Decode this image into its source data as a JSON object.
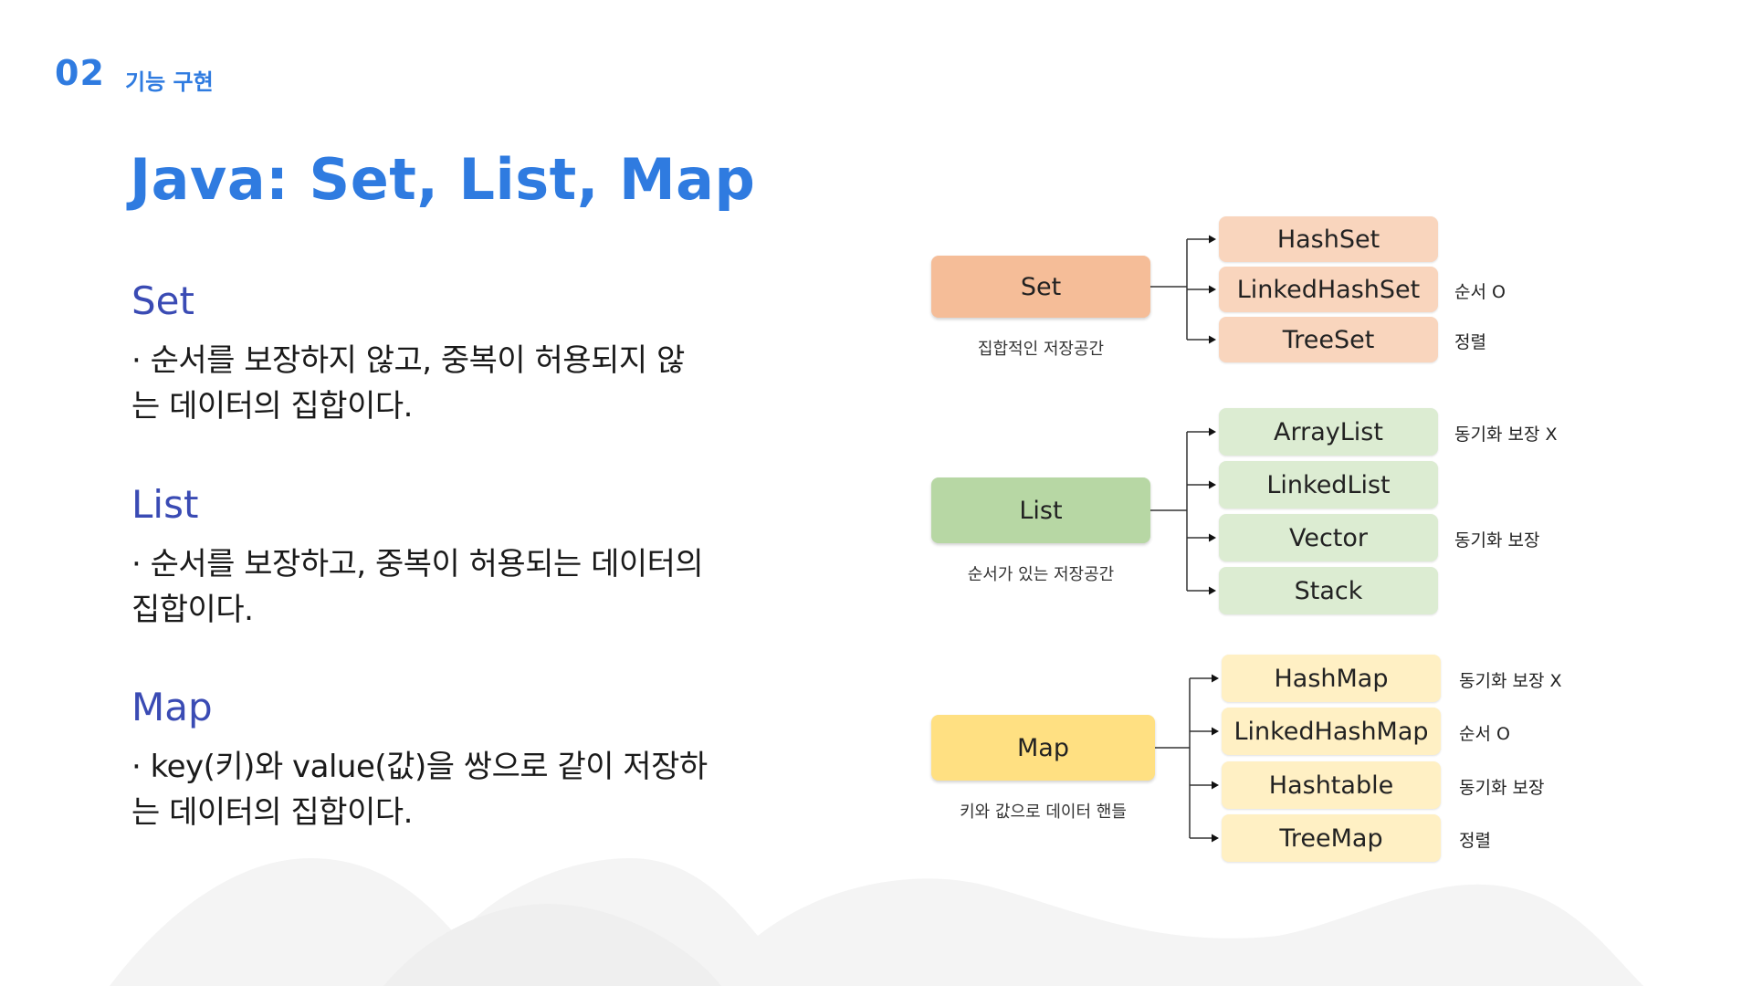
{
  "header": {
    "section_number": "02",
    "section_title": "기능 구현"
  },
  "title": "Java: Set, List, Map",
  "topics": [
    {
      "heading": "Set",
      "bullet": "· 순서를 보장하지 않고, 중복이 허용되지 않\n는 데이터의 집합이다."
    },
    {
      "heading": "List",
      "bullet": "· 순서를 보장하고, 중복이 허용되는 데이터의\n집합이다."
    },
    {
      "heading": "Map",
      "bullet": "· key(키)와 value(값)을 쌍으로 같이 저장하\n는 데이터의 집합이다."
    }
  ],
  "diagram": {
    "groups": [
      {
        "label": "Set",
        "caption": "집합적인 저장공간",
        "color": "#f5bd98",
        "child_color": "#f9d5bd",
        "children": [
          {
            "label": "HashSet",
            "note": ""
          },
          {
            "label": "LinkedHashSet",
            "note": "순서 O"
          },
          {
            "label": "TreeSet",
            "note": "정렬"
          }
        ]
      },
      {
        "label": "List",
        "caption": "순서가 있는 저장공간",
        "color": "#b7d7a4",
        "child_color": "#dcecd2",
        "children": [
          {
            "label": "ArrayList",
            "note": "동기화 보장 X"
          },
          {
            "label": "LinkedList",
            "note": ""
          },
          {
            "label": "Vector",
            "note": "동기화 보장"
          },
          {
            "label": "Stack",
            "note": ""
          }
        ]
      },
      {
        "label": "Map",
        "caption": "키와 값으로 데이터 핸들",
        "color": "#ffe082",
        "child_color": "#fff0c4",
        "children": [
          {
            "label": "HashMap",
            "note": "동기화 보장 X"
          },
          {
            "label": "LinkedHashMap",
            "note": "순서 O"
          },
          {
            "label": "Hashtable",
            "note": "동기화 보장"
          },
          {
            "label": "TreeMap",
            "note": "정렬"
          }
        ]
      }
    ]
  }
}
